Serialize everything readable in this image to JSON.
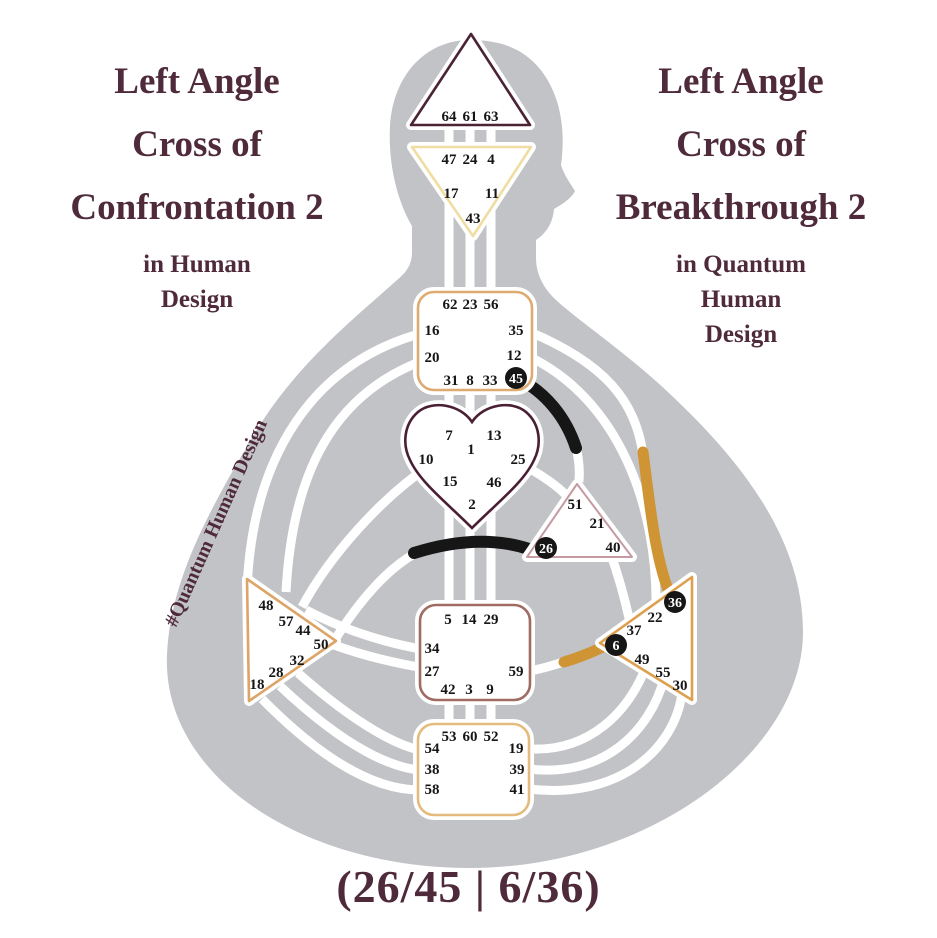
{
  "colors": {
    "maroon_text": "#4e2a3a",
    "silhouette_gray": "#c2c3c7",
    "design_gold": "#cf9434",
    "personality_black": "#161616",
    "head_border": "#4a2334",
    "ajna_border": "#efdda2",
    "throat_border": "#ddab70",
    "g_center_border": "#4a1f33",
    "will_border": "#c59ba1",
    "spleen_border": "#dda468",
    "sacral_border": "#a06b60",
    "solar_plexus_border": "#dda050",
    "root_border": "#e5bb7d"
  },
  "titles": {
    "left": {
      "lines": [
        "Left Angle",
        "Cross of",
        "Confrontation 2"
      ],
      "sub": [
        "in Human",
        "Design"
      ]
    },
    "right": {
      "lines": [
        "Left Angle",
        "Cross of",
        "Breakthrough 2"
      ],
      "sub": [
        "in Quantum",
        "Human",
        "Design"
      ]
    }
  },
  "hashtag": "#Quantum Human Design",
  "footer": "(26/45 | 6/36)",
  "highlighted_gates": [
    "26",
    "45",
    "6",
    "36"
  ],
  "active_channels": {
    "black": [
      "45-21",
      "26-44"
    ],
    "gold": [
      "36-35",
      "6-59"
    ]
  },
  "centers": {
    "head": {
      "gates": [
        "64",
        "61",
        "63"
      ]
    },
    "ajna": {
      "gates": [
        "47",
        "24",
        "4",
        "17",
        "11",
        "43"
      ]
    },
    "throat": {
      "gates": [
        "62",
        "23",
        "56",
        "16",
        "35",
        "20",
        "12",
        "31",
        "8",
        "33",
        "45"
      ]
    },
    "g": {
      "gates": [
        "7",
        "13",
        "1",
        "10",
        "25",
        "15",
        "46",
        "2"
      ]
    },
    "will": {
      "gates": [
        "51",
        "21",
        "40",
        "26"
      ]
    },
    "spleen": {
      "gates": [
        "48",
        "57",
        "44",
        "50",
        "32",
        "28",
        "18"
      ]
    },
    "sacral": {
      "gates": [
        "5",
        "14",
        "29",
        "34",
        "27",
        "59",
        "42",
        "3",
        "9"
      ]
    },
    "root": {
      "gates": [
        "53",
        "60",
        "52",
        "54",
        "19",
        "38",
        "39",
        "58",
        "41"
      ]
    },
    "solar_plexus": {
      "gates": [
        "36",
        "22",
        "37",
        "6",
        "49",
        "55",
        "30"
      ]
    }
  }
}
